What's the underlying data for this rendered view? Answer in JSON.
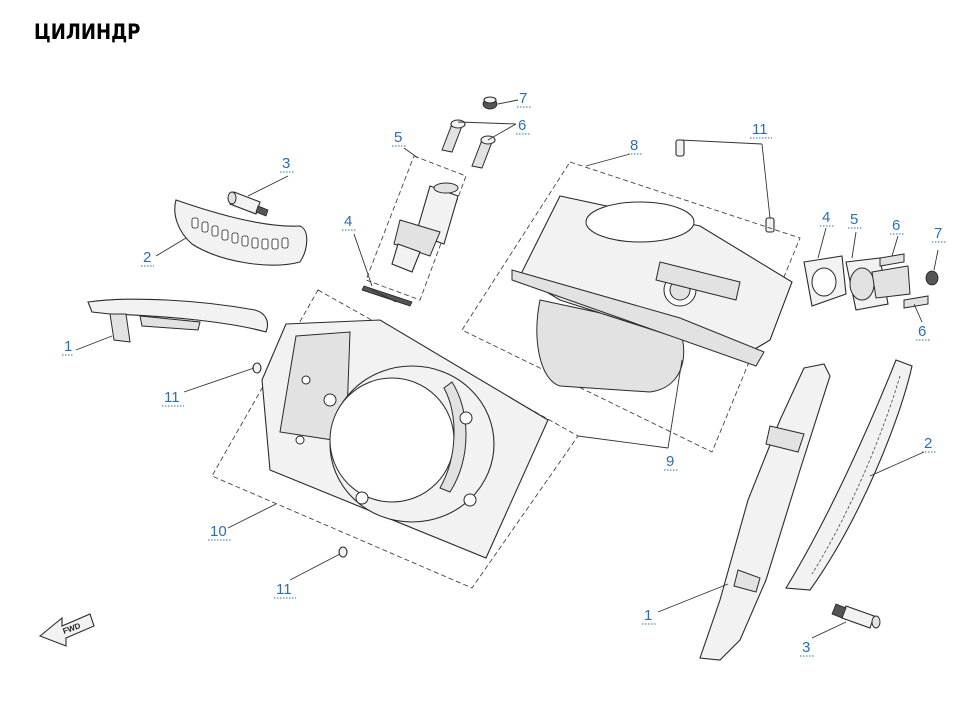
{
  "title": "ЦИЛИНДР",
  "fwd_label": "FWD",
  "accent_color": "#2a6fb5",
  "callouts": [
    {
      "id": "c1-left",
      "text": "1"
    },
    {
      "id": "c2-left",
      "text": "2"
    },
    {
      "id": "c3-left",
      "text": "3"
    },
    {
      "id": "c4-left",
      "text": "4"
    },
    {
      "id": "c5-left",
      "text": "5"
    },
    {
      "id": "c6-top",
      "text": "6"
    },
    {
      "id": "c7-top",
      "text": "7"
    },
    {
      "id": "c8",
      "text": "8"
    },
    {
      "id": "c11-top",
      "text": "11"
    },
    {
      "id": "c4-right",
      "text": "4"
    },
    {
      "id": "c5-right",
      "text": "5"
    },
    {
      "id": "c6-right-top",
      "text": "6"
    },
    {
      "id": "c7-right",
      "text": "7"
    },
    {
      "id": "c6-right-bottom",
      "text": "6"
    },
    {
      "id": "c11-left",
      "text": "11"
    },
    {
      "id": "c9",
      "text": "9"
    },
    {
      "id": "c2-right",
      "text": "2"
    },
    {
      "id": "c10",
      "text": "10"
    },
    {
      "id": "c11-bottom",
      "text": "11"
    },
    {
      "id": "c1-right",
      "text": "1"
    },
    {
      "id": "c3-right",
      "text": "3"
    }
  ]
}
